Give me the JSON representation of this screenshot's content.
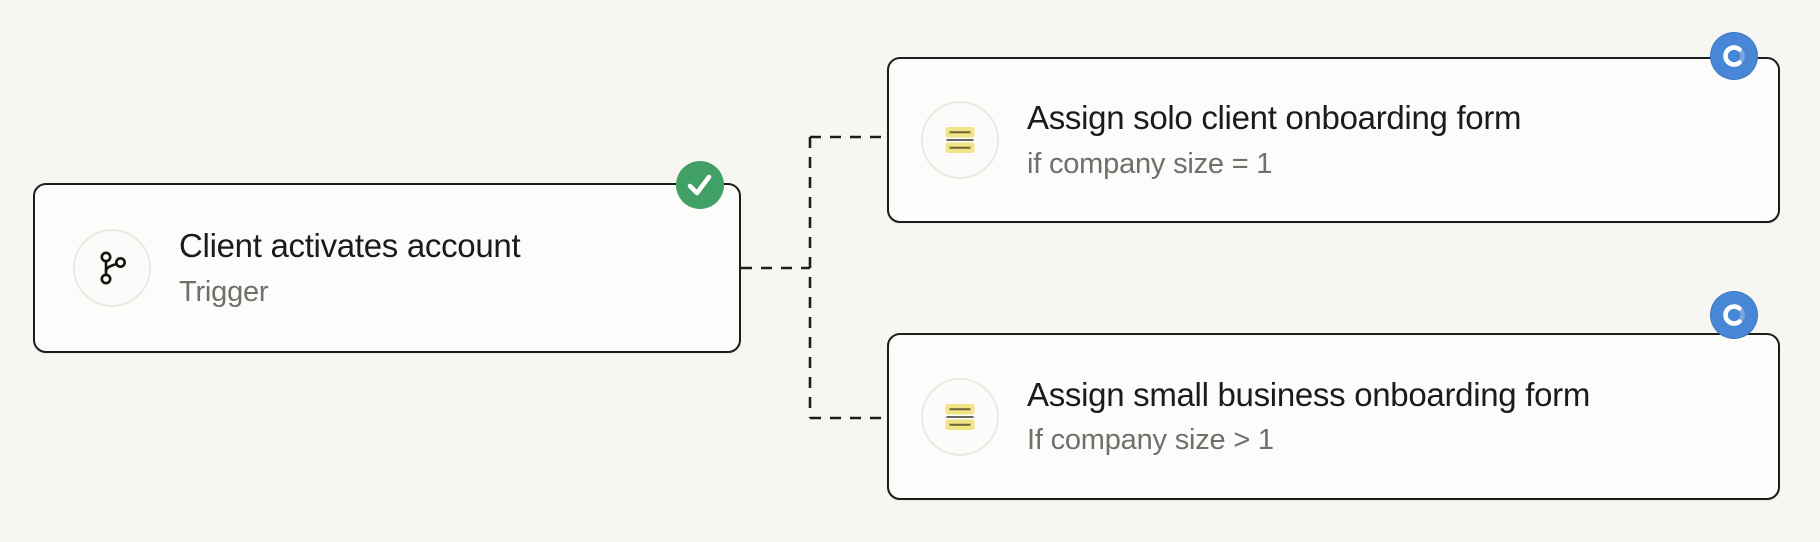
{
  "app": {
    "background": "#f7f6f3",
    "card_background": "#fcfcfa",
    "outline_color": "#1d1d1b",
    "connector_color": "#1d1d1b",
    "icon_ring_color": "#ebe9e4",
    "form_icon_yellow": "#f0e487",
    "form_icon_line": "#6a6436",
    "form_icon_divider": "#55544e"
  },
  "trigger": {
    "title": "Client activates account",
    "subtitle": "Trigger",
    "icon": "git-branch-icon",
    "status": {
      "icon": "check-icon",
      "color": "#41a066"
    }
  },
  "actions": [
    {
      "title": "Assign solo client onboarding form",
      "subtitle": "if company size = 1",
      "icon": "form-lines-icon",
      "status": {
        "icon": "sync-icon",
        "color": "#4886d6"
      }
    },
    {
      "title": "Assign small business onboarding form",
      "subtitle": "If company size > 1",
      "icon": "form-lines-icon",
      "status": {
        "icon": "sync-icon",
        "color": "#4886d6"
      }
    }
  ]
}
